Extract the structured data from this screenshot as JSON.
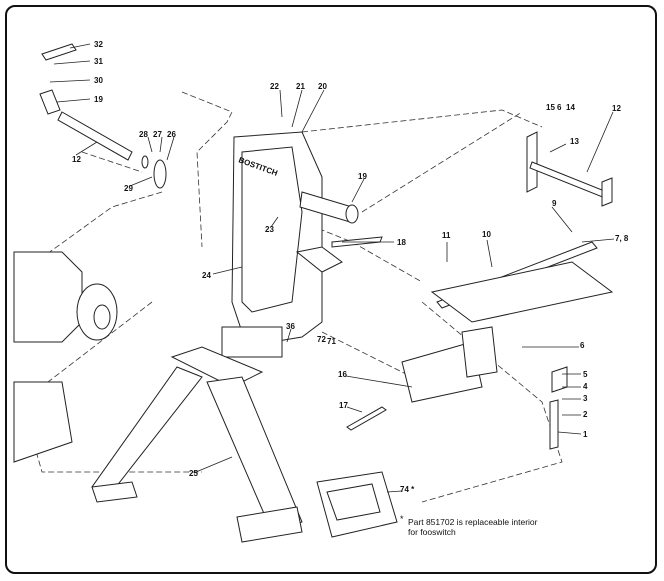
{
  "diagram": {
    "callouts": [
      "32",
      "31",
      "30",
      "19",
      "12",
      "28",
      "27",
      "26",
      "29",
      "22",
      "21",
      "20",
      "19",
      "23",
      "24",
      "18",
      "11",
      "10",
      "9",
      "7, 8",
      "15",
      "6",
      "14",
      "13",
      "12",
      "6",
      "5",
      "4",
      "3",
      "2",
      "1",
      "16",
      "17",
      "36",
      "72",
      "71",
      "25",
      "74 *"
    ],
    "brand_text": "BOSTITCH",
    "footnote_mark": "*",
    "footnote": [
      "Part 851702 is replaceable interior",
      "for fooswitch"
    ]
  }
}
